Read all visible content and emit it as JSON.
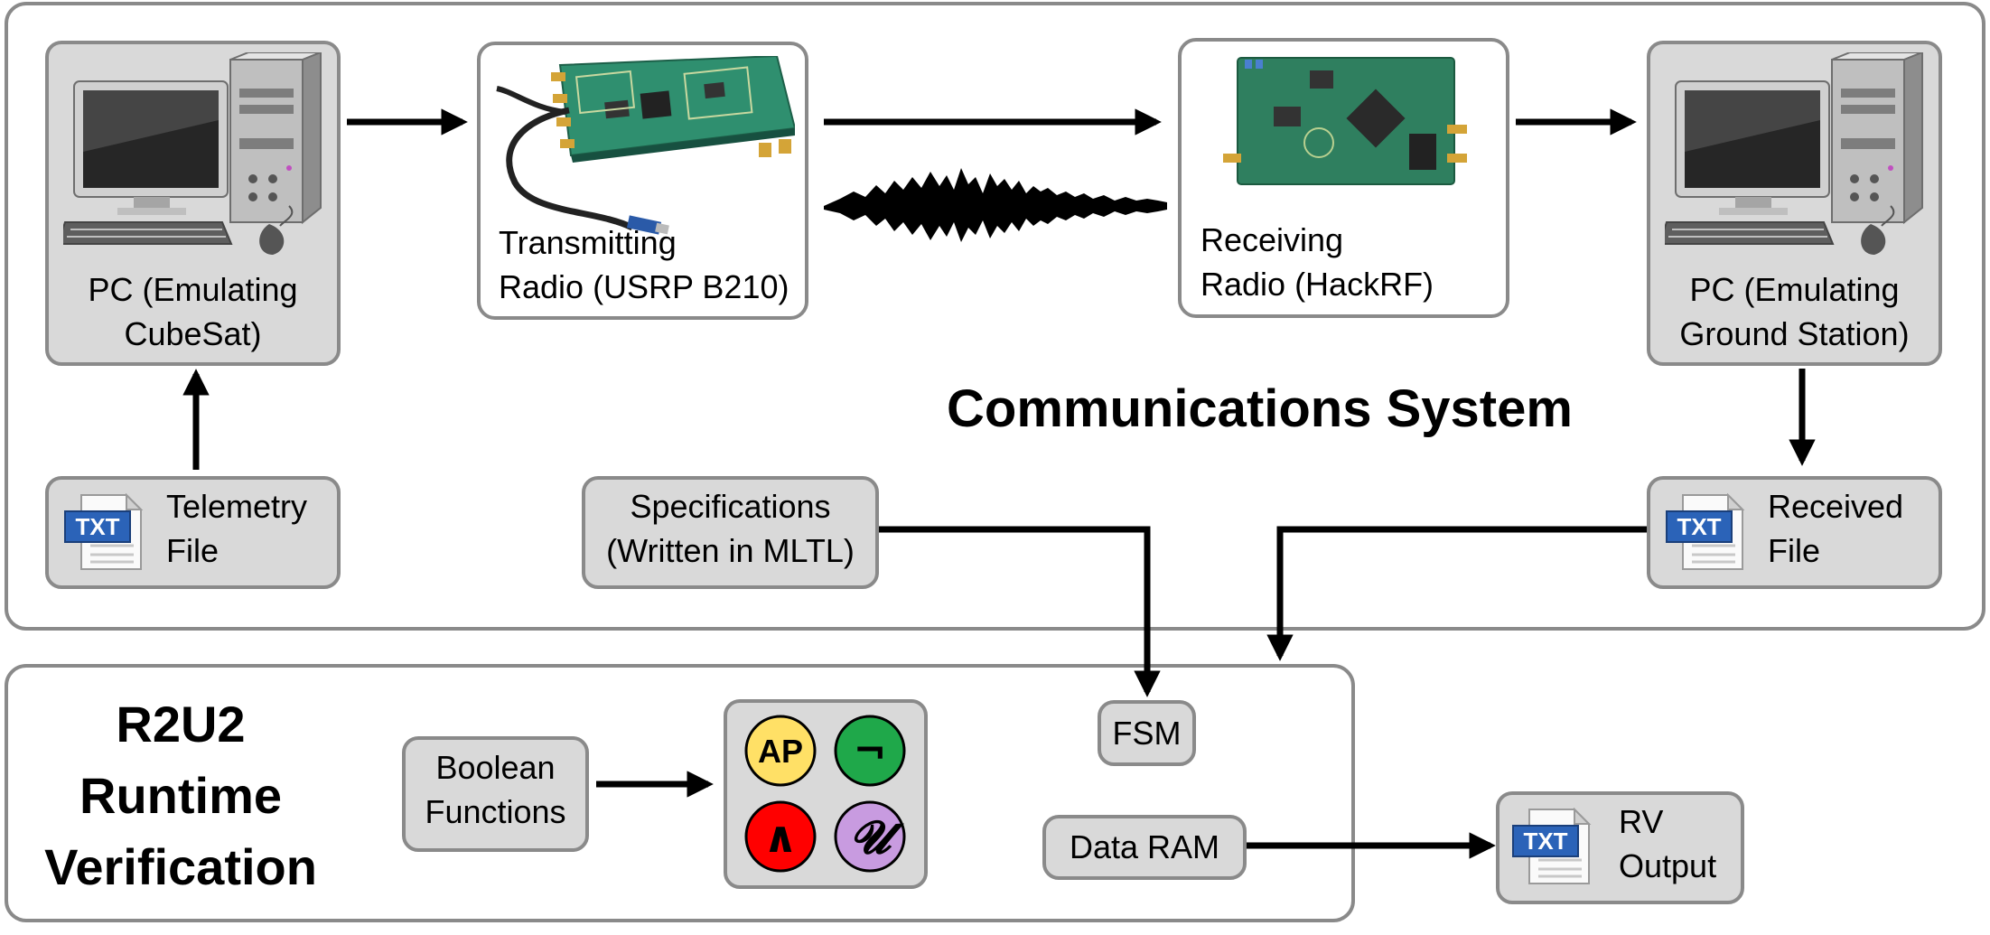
{
  "communications": {
    "title": "Communications System",
    "pc_cubesat": {
      "line1": "PC (Emulating",
      "line2": "CubeSat)"
    },
    "tx_radio": {
      "line1": "Transmitting",
      "line2": "Radio (USRP B210)"
    },
    "rx_radio": {
      "line1": "Receiving",
      "line2": "Radio (HackRF)"
    },
    "pc_ground": {
      "line1": "PC (Emulating",
      "line2": "Ground Station)"
    },
    "telemetry": {
      "line1": "Telemetry",
      "line2": "File"
    },
    "specifications": {
      "line1": "Specifications",
      "line2": "(Written in MLTL)"
    },
    "received": {
      "line1": "Received",
      "line2": "File"
    }
  },
  "r2u2": {
    "title_line1": "R2U2",
    "title_line2": "Runtime",
    "title_line3": "Verification",
    "boolean": {
      "line1": "Boolean",
      "line2": "Functions"
    },
    "fsm": "FSM",
    "data_ram": "Data RAM",
    "operators": {
      "ap": "AP",
      "not": "¬",
      "and": "∧",
      "until": "𝓤"
    },
    "operator_colors": {
      "ap": "#ffe066",
      "not": "#1fa84a",
      "and": "#ff0000",
      "until": "#c89be0"
    }
  },
  "output": {
    "line1": "RV",
    "line2": "Output"
  },
  "icons": {
    "txt_label": "TXT"
  }
}
